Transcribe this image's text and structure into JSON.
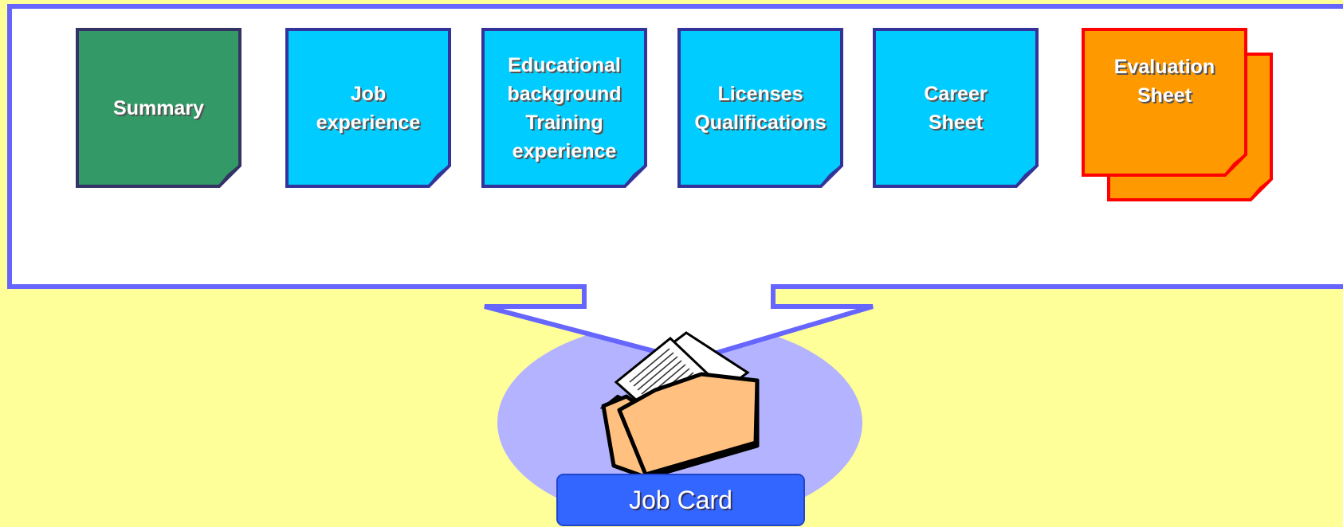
{
  "cards": [
    {
      "id": "summary",
      "label": "Summary",
      "fill": "#339966",
      "stroke": "#333366"
    },
    {
      "id": "job-experience",
      "label": "Job\nexperience",
      "fill": "#00CCFF",
      "stroke": "#333399"
    },
    {
      "id": "educational",
      "label": "Educational\nbackground\nTraining\nexperience",
      "fill": "#00CCFF",
      "stroke": "#333399"
    },
    {
      "id": "licenses",
      "label": "Licenses\nQualifications",
      "fill": "#00CCFF",
      "stroke": "#333399"
    },
    {
      "id": "career-sheet",
      "label": "Career\nSheet",
      "fill": "#00CCFF",
      "stroke": "#333399"
    },
    {
      "id": "evaluation-sheet",
      "label": "Evaluation\nSheet",
      "fill": "#FF9900",
      "stroke": "#FF0000"
    }
  ],
  "job_card": {
    "label": "Job Card",
    "fill": "#3366FF"
  },
  "colors": {
    "background": "#FFFF99",
    "callout_border": "#6666FF",
    "ellipse": "#B3B3FF",
    "folder": "#FFC080"
  },
  "icons": {
    "folder": "folder-with-documents-icon"
  }
}
